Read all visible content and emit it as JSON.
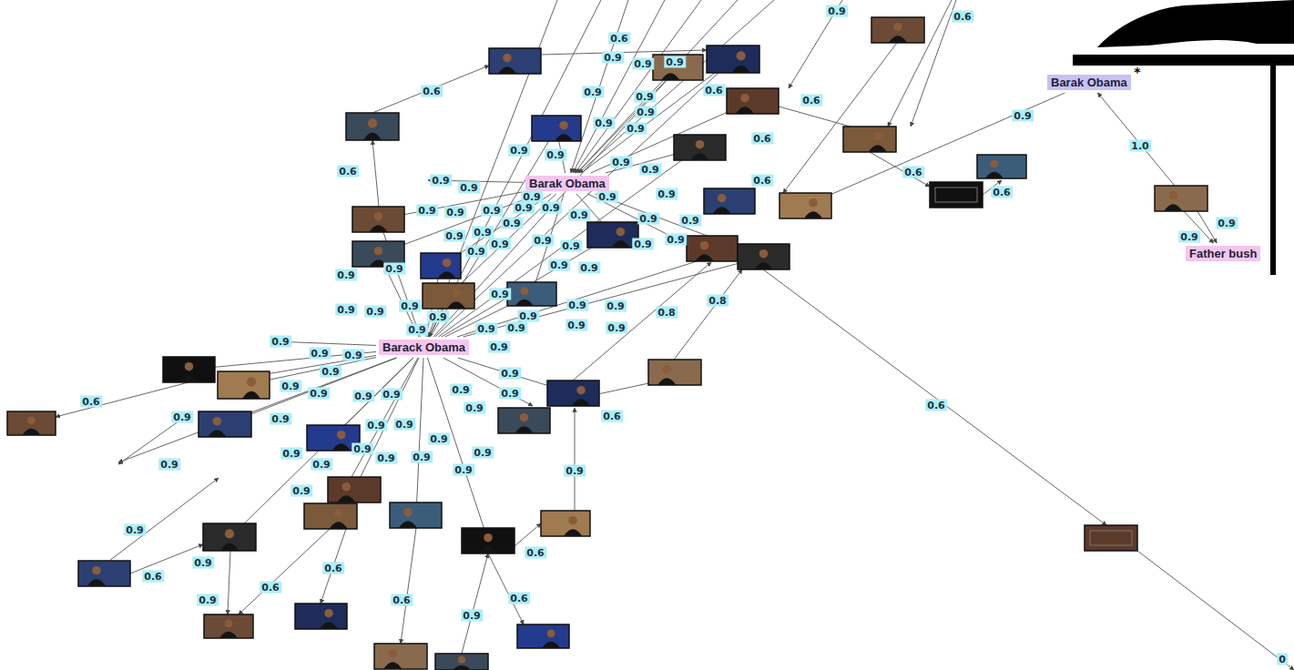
{
  "diagram": {
    "nodes": [
      {
        "text": [
          "Barak Obama"
        ]
      },
      {
        "text": [
          "Barak Obama"
        ]
      },
      {
        "text": [
          "Father bush"
        ]
      },
      {
        "text": [
          "Barack Obama"
        ]
      }
    ],
    "labels": [
      "0.6",
      "0.9",
      "0.9",
      "0.6",
      "0.9",
      "0.9",
      "0.6",
      "0.6",
      "0.9",
      "0.9",
      "0.9",
      "0.9",
      "0.6",
      "0.9",
      "0.9",
      "0.9",
      "0.6",
      "0.9",
      "0.9",
      "0.9",
      "1.0",
      "0.6",
      "0.6",
      "0.6",
      "0.6",
      "0.9",
      "0.9",
      "0.9",
      "0.9",
      "0.9",
      "0.9",
      "0.9",
      "0.9",
      "0.9",
      "0.9",
      "0.9",
      "0.9",
      "0.9",
      "0.9",
      "0.9",
      "0.9",
      "0.9",
      "0.9",
      "0.9",
      "0.9",
      "0.9",
      "0.9",
      "0.9",
      "0.9",
      "0.9",
      "0.9",
      "0.9",
      "0.9",
      "0.9",
      "0.9",
      "0.9",
      "0.9",
      "0.9",
      "0.9",
      "0.9",
      "0.9",
      "0.9",
      "0.9",
      "0.9",
      "0.9",
      "0.9",
      "0.8",
      "0.8",
      "0.9",
      "0.9",
      "0.9",
      "0.9",
      "0.9",
      "0.9",
      "0.9",
      "0.9",
      "0.9",
      "0.9",
      "0.9",
      "0.9",
      "0.6",
      "0.9",
      "0.9",
      "0.9",
      "0.9",
      "0.9",
      "0.6",
      "0.6",
      "0.9",
      "0.9",
      "0.9",
      "0.9",
      "0.9",
      "0.9",
      "0.9",
      "0.9",
      "0.9",
      "0.9",
      "0.9",
      "0.9",
      "0.9",
      "0.6",
      "0.6",
      "0.9",
      "0.6",
      "0.6",
      "0.6",
      "0.6",
      "0.9",
      "*",
      "0"
    ]
  }
}
